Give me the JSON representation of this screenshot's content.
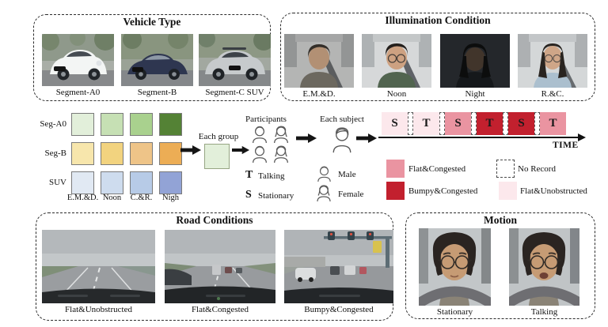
{
  "vehicle_panel": {
    "title": "Vehicle Type",
    "labels": [
      "Segment-A0",
      "Segment-B",
      "Segment-C SUV"
    ]
  },
  "illumination_panel": {
    "title": "Illumination Condition",
    "labels": [
      "E.M.&D.",
      "Noon",
      "Night",
      "R.&C."
    ]
  },
  "road_panel": {
    "title": "Road Conditions",
    "labels": [
      "Flat&Unobstructed",
      "Flat&Congested",
      "Bumpy&Congested"
    ]
  },
  "motion_panel": {
    "title": "Motion",
    "labels": [
      "Stationary",
      "Talking"
    ]
  },
  "matrix": {
    "row_labels": [
      "Seg-A0",
      "Seg-B",
      "SUV"
    ],
    "col_labels": [
      "E.M.&D.",
      "Noon",
      "C.&R.",
      "Nigh"
    ],
    "cell_colors": [
      [
        "#e2efda",
        "#c6e0b4",
        "#a9d18e",
        "#548235"
      ],
      [
        "#f7e6ac",
        "#f2d37f",
        "#eec488",
        "#ecad55"
      ],
      [
        "#e1e9f3",
        "#cedcee",
        "#b7cbe7",
        "#92a3d6"
      ]
    ]
  },
  "flow": {
    "each_group": "Each group",
    "participants": "Participants",
    "each_subject": "Each subject",
    "group_box_color": "#e2efda"
  },
  "state_legend": {
    "talking_key": "T",
    "talking_label": "Talking",
    "stationary_key": "S",
    "stationary_label": "Stationary",
    "male_label": "Male",
    "female_label": "Female"
  },
  "timeline": {
    "axis_label": "TIME",
    "segments": [
      {
        "letter": "S",
        "color": "#fce8ec"
      },
      {
        "letter": "T",
        "color": "#fce8ec"
      },
      {
        "letter": "S",
        "color": "#ea94a1"
      },
      {
        "letter": "T",
        "color": "#c2202e"
      },
      {
        "letter": "S",
        "color": "#c2202e"
      },
      {
        "letter": "T",
        "color": "#ea94a1"
      }
    ]
  },
  "road_legend": {
    "flat_congested": {
      "label": "Flat&Congested",
      "color": "#ea94a1"
    },
    "bumpy_congested": {
      "label": "Bumpy&Congested",
      "color": "#c2202e"
    },
    "no_record": {
      "label": "No Record"
    },
    "flat_unobstructed": {
      "label": "Flat&Unobstructed",
      "color": "#fce8ec"
    }
  }
}
